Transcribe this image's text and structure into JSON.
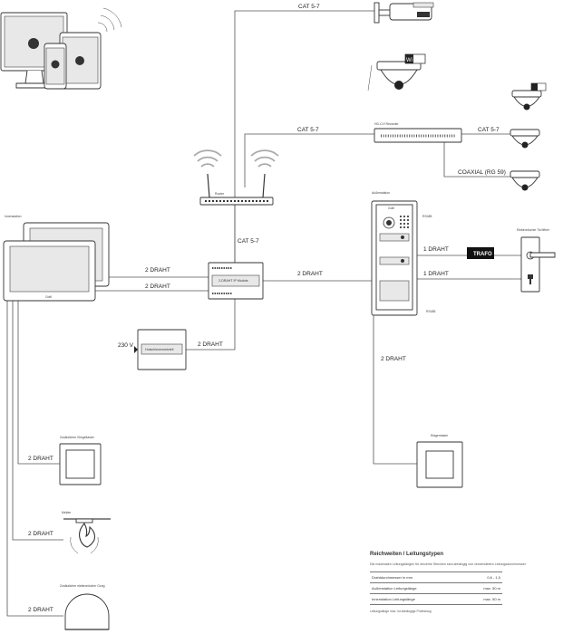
{
  "labels": {
    "cat_top": "CAT 5-7",
    "cat_mid": "CAT 5-7",
    "cat_right": "CAT 5-7",
    "cat_router": "CAT 5-7",
    "coaxial": "COAXIAL (RG 59)",
    "draht_monitor_top": "2 DRAHT",
    "draht_monitor_bottom": "2 DRAHT",
    "draht_center": "2 DRAHT",
    "draht_psu": "2 DRAHT",
    "voltage_230": "230 V",
    "draht_outdoor": "2 DRAHT",
    "draht_bell": "2 DRAHT",
    "draht_melder": "2 DRAHT",
    "draht_gong": "2 DRAHT",
    "draht1_trafo": "1 DRAHT",
    "draht1_door": "1 DRAHT",
    "trafo": "TRAFO",
    "wifi_badge": "Wi Fi",
    "wifi_badge_small": "Wi Fi"
  },
  "tiny": {
    "router": "Router",
    "nvr": "HD-CVI Recorder",
    "ip_module": "2-DRAHT IP Module",
    "power_supply": "Hutschienennetzteil",
    "outdoor_station": "Außenstation",
    "monitors": "Innenstation",
    "extra_bell": "Zusätzlicher Klingeltaster",
    "melder": "Melder",
    "gong": "Zusätzlicher elektronischer Gong",
    "door_opener": "Elektronischer Türöffner",
    "rs485_top": "RS485",
    "rs485_bottom": "RS485",
    "floor_button": "Etagentaster",
    "brand": "Golfi"
  },
  "legend": {
    "title": "Reichweiten / Leitungstypen",
    "subtitle": "Die maximalen Leitungslängen für einzelne Strecken sind abhängig von verwendetem Leitungsdurchmesser",
    "rows": [
      {
        "label": "Drahtdurchmesser in mm",
        "value": "0,6 - 1,0"
      },
      {
        "label": "Außenstation Leitungslänge",
        "value": "max. 50 m"
      },
      {
        "label": "Innenstation Leitungslänge",
        "value": "max. 50 m"
      }
    ],
    "note": "Leitungslänge max. ist abhängige Prüfmessg"
  }
}
